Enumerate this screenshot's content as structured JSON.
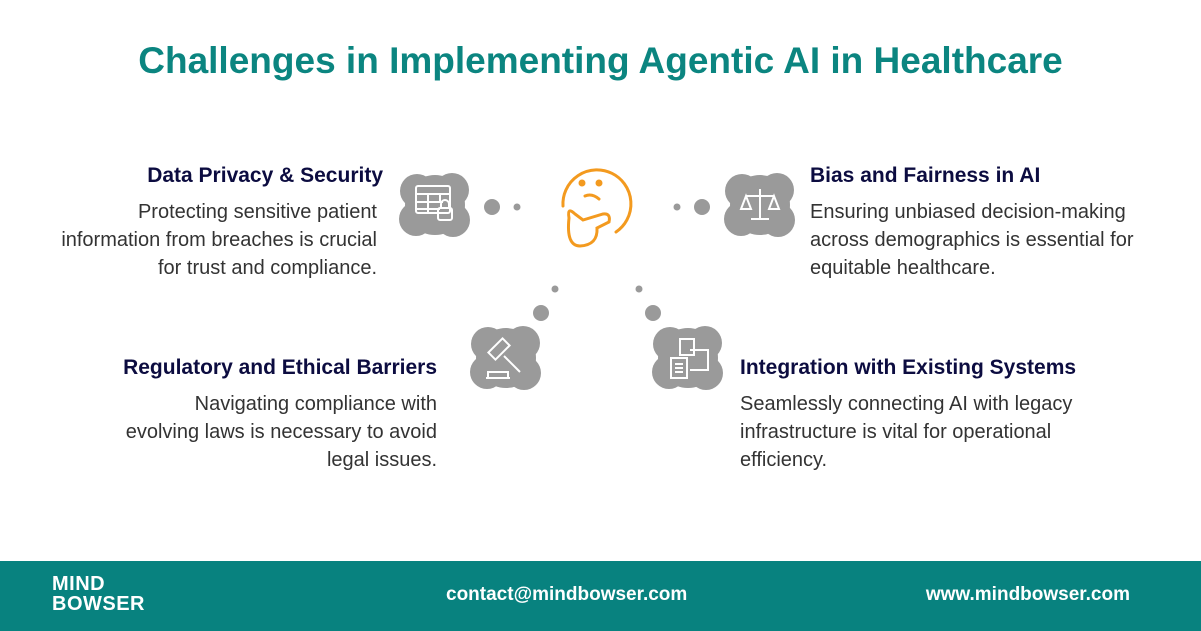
{
  "title": "Challenges in Implementing Agentic AI in Healthcare",
  "challenges": [
    {
      "heading": "Data Privacy & Security",
      "text": "Protecting sensitive patient information from breaches is crucial for trust and compliance.",
      "icon": "table-lock-icon"
    },
    {
      "heading": "Bias and Fairness in AI",
      "text": "Ensuring unbiased decision-making across demographics is essential for equitable healthcare.",
      "icon": "scales-icon"
    },
    {
      "heading": "Regulatory and Ethical Barriers",
      "text": "Navigating compliance with evolving laws is necessary to avoid legal issues.",
      "icon": "gavel-icon"
    },
    {
      "heading": "Integration with Existing Systems",
      "text": "Seamlessly connecting AI with legacy infrastructure is vital for operational efficiency.",
      "icon": "puzzle-icon"
    }
  ],
  "footer": {
    "logo_line1": "MIND",
    "logo_line2": "BOWSER",
    "contact": "contact@mindbowser.com",
    "website": "www.mindbowser.com"
  },
  "colors": {
    "accent": "#0b8580",
    "heading": "#0c0c40",
    "icon_bg": "#9a9a9a",
    "face": "#f39a1f"
  }
}
